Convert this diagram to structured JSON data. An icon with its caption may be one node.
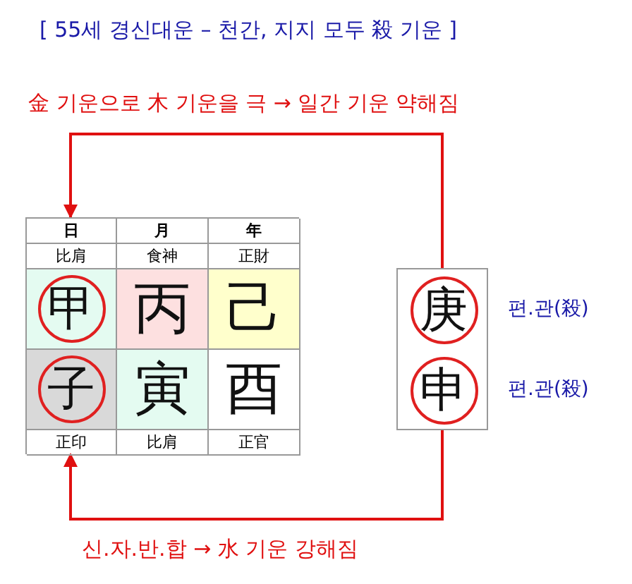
{
  "diagram": {
    "title": "[ 55세 경신대운 – 천간, 지지 모두 殺 기운 ]",
    "nodes": [
      {
        "text": [],
        "shape": "box"
      },
      {
        "text": [
          "日"
        ],
        "in": 0
      },
      {
        "text": [
          "月"
        ],
        "in": 0
      },
      {
        "text": [
          "年"
        ],
        "in": 0
      },
      {
        "text": [
          "比肩"
        ],
        "in": 0
      },
      {
        "text": [
          "食神"
        ],
        "in": 0
      },
      {
        "text": [
          "正財"
        ],
        "in": 0
      },
      {
        "text": [
          "甲"
        ],
        "in": 0
      },
      {
        "text": [
          "丙"
        ],
        "in": 0
      },
      {
        "text": [
          "己"
        ],
        "in": 0
      },
      {
        "text": [
          "子"
        ],
        "in": 0
      },
      {
        "text": [
          "寅"
        ],
        "in": 0
      },
      {
        "text": [
          "酉"
        ],
        "in": 0
      },
      {
        "text": [
          "正印"
        ],
        "in": 0
      },
      {
        "text": [
          "比肩"
        ],
        "in": 0
      },
      {
        "text": [
          "正官"
        ],
        "in": 0
      },
      {
        "text": [],
        "shape": "box"
      },
      {
        "text": [
          "庚"
        ],
        "in": 16,
        "beside": [
          "편.관(殺)"
        ]
      },
      {
        "text": [
          "申"
        ],
        "in": 16,
        "beside": [
          "편.관(殺)"
        ]
      }
    ],
    "edges": [
      {
        "from": 16,
        "to": 1,
        "arrow": "to",
        "label": "金 기운으로 木 기운을 극 → 일간 기운 약해짐"
      },
      {
        "from": 16,
        "to": 13,
        "arrow": "to",
        "label": "신.자.반.합 → 水 기운 강해짐"
      }
    ]
  }
}
